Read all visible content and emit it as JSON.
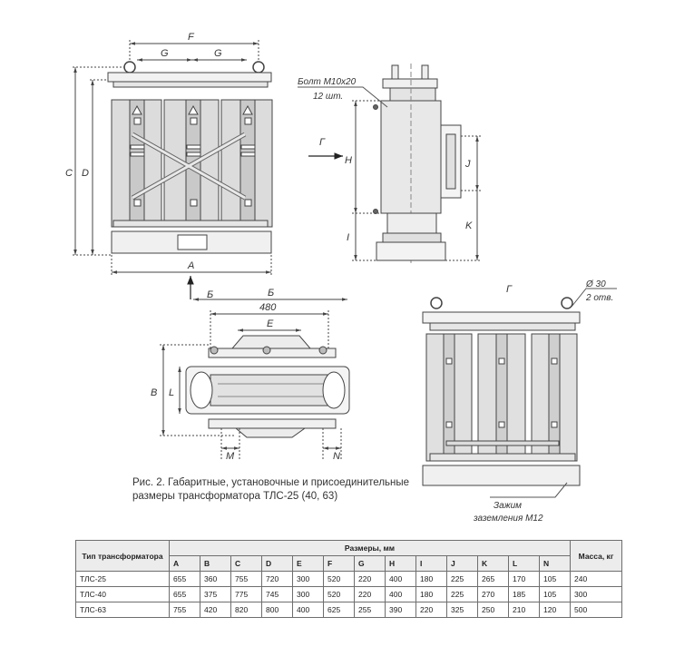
{
  "drawing": {
    "front_view": {
      "dims": {
        "F": "F",
        "G1": "G",
        "G2": "G",
        "C": "C",
        "D": "D",
        "A": "A"
      }
    },
    "side_view": {
      "bolt_note_line1": "Болт M10x20",
      "bolt_note_line2": "12 шт.",
      "dims": {
        "H": "H",
        "J": "J",
        "K": "K",
        "I": "I"
      },
      "arrow_label": "Г"
    },
    "top_view": {
      "dims": {
        "B_top": "Б",
        "d480": "480",
        "E": "E",
        "B": "B",
        "L": "L",
        "M": "M",
        "N": "N"
      },
      "arrow_label": "Б"
    },
    "rear_view": {
      "title": "Г",
      "hole_note_line1": "Ø 30",
      "hole_note_line2": "2 отв.",
      "ground_note_line1": "Зажим",
      "ground_note_line2": "заземления М12"
    }
  },
  "caption": {
    "line1": "Рис. 2. Габаритные, установочные и присоединительные",
    "line2": "размеры трансформатора ТЛС-25 (40, 63)"
  },
  "table": {
    "col_type": "Тип трансформатора",
    "group_header": "Размеры, мм",
    "col_mass": "Масса, кг",
    "letters": [
      "A",
      "B",
      "C",
      "D",
      "E",
      "F",
      "G",
      "H",
      "I",
      "J",
      "K",
      "L",
      "N"
    ],
    "rows": [
      {
        "type": "ТЛС-25",
        "values": [
          "655",
          "360",
          "755",
          "720",
          "300",
          "520",
          "220",
          "400",
          "180",
          "225",
          "265",
          "170",
          "105"
        ],
        "mass": "240"
      },
      {
        "type": "ТЛС-40",
        "values": [
          "655",
          "375",
          "775",
          "745",
          "300",
          "520",
          "220",
          "400",
          "180",
          "225",
          "270",
          "185",
          "105"
        ],
        "mass": "300"
      },
      {
        "type": "ТЛС-63",
        "values": [
          "755",
          "420",
          "820",
          "800",
          "400",
          "625",
          "255",
          "390",
          "220",
          "325",
          "250",
          "210",
          "120"
        ],
        "mass": "500"
      }
    ]
  }
}
